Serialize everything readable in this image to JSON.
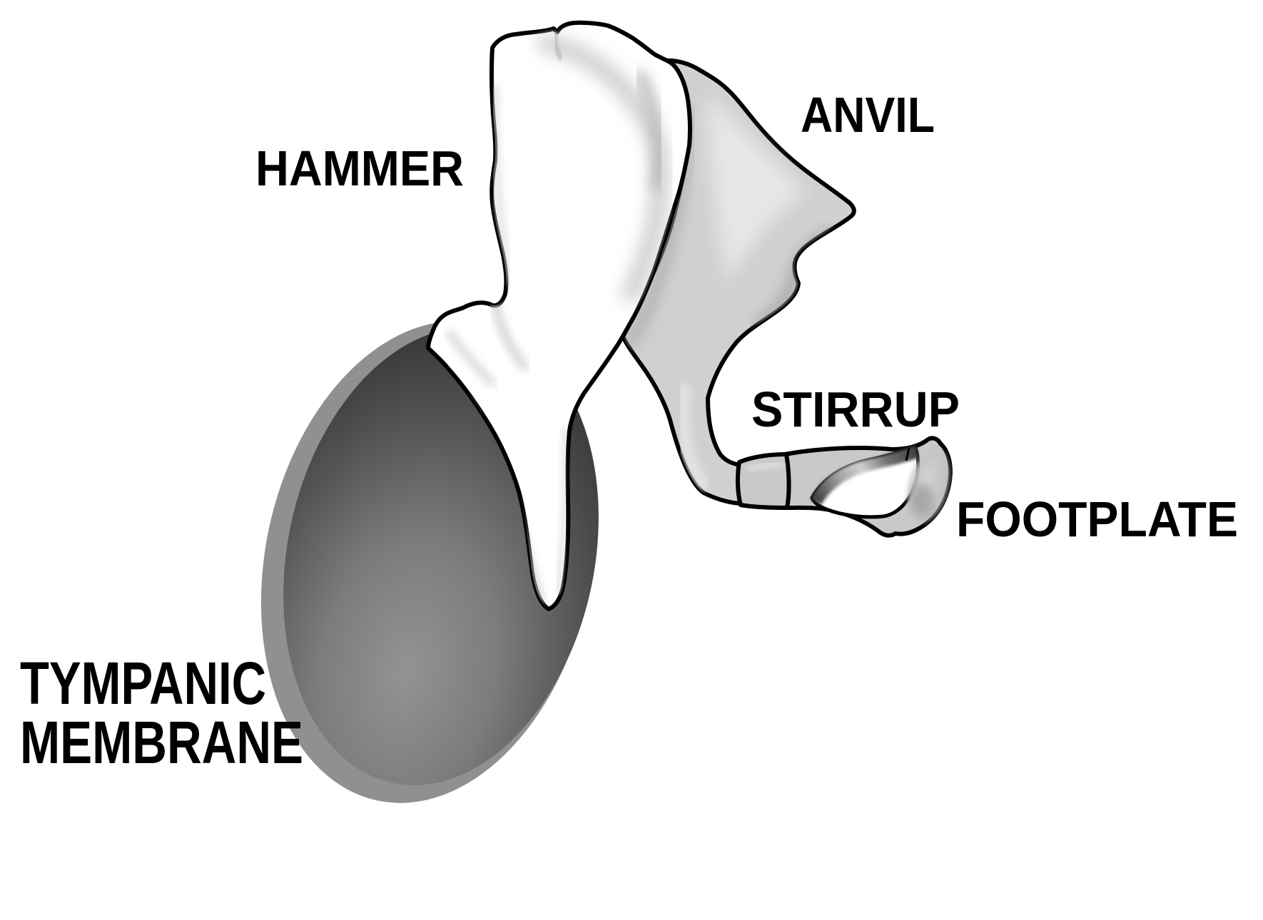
{
  "figure": {
    "subject": "Middle ear ossicles and tympanic membrane diagram",
    "background": "#ffffff"
  },
  "labels": {
    "hammer": "HAMMER",
    "anvil": "ANVIL",
    "stirrup": "STIRRUP",
    "footplate": "FOOTPLATE",
    "tympanic_membrane_line1": "TYMPANIC",
    "tympanic_membrane_line2": "MEMBRANE"
  },
  "colors": {
    "label_text": "#000000",
    "outline": "#000000",
    "hammer_fill": "#ffffff",
    "anvil_fill": "#d0d0d0",
    "stirrup_fill": "#c9c9c9",
    "membrane_ring": "#909090",
    "membrane_dark": "#1b1b1b",
    "membrane_light": "#8f8f8f"
  }
}
